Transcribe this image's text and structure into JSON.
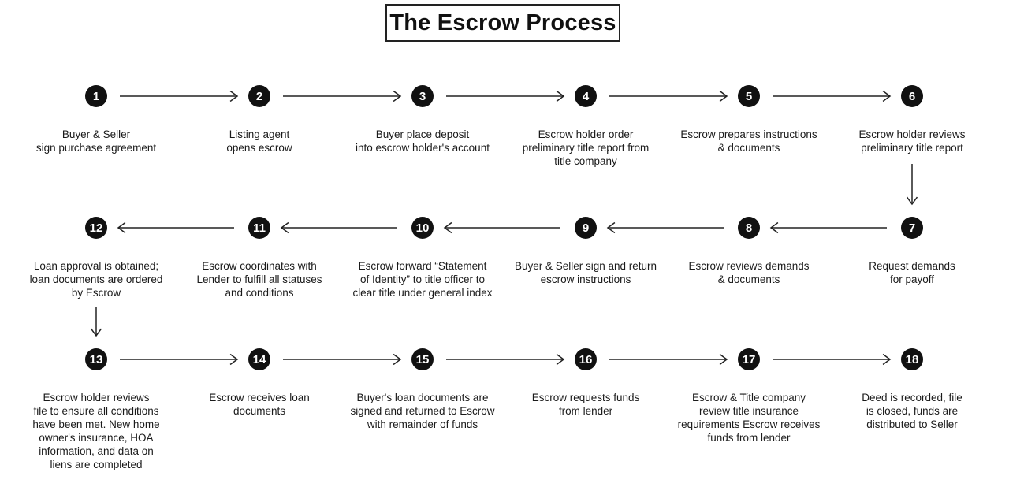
{
  "title": "The Escrow Process",
  "colors": {
    "circle": "#111111",
    "arrow": "#222222",
    "text": "#1a1a1a"
  },
  "steps": [
    {
      "number": "1",
      "text": "Buyer & Seller\nsign purchase agreement"
    },
    {
      "number": "2",
      "text": "Listing agent\nopens escrow"
    },
    {
      "number": "3",
      "text": "Buyer place deposit\ninto escrow holder's account"
    },
    {
      "number": "4",
      "text": "Escrow holder order\npreliminary title report from\ntitle company"
    },
    {
      "number": "5",
      "text": "Escrow prepares instructions\n& documents"
    },
    {
      "number": "6",
      "text": "Escrow holder reviews\npreliminary title report"
    },
    {
      "number": "7",
      "text": "Request demands\nfor payoff"
    },
    {
      "number": "8",
      "text": "Escrow reviews demands\n& documents"
    },
    {
      "number": "9",
      "text": "Buyer & Seller sign and return\nescrow instructions"
    },
    {
      "number": "10",
      "text": "Escrow forward “Statement\nof Identity” to title officer to\nclear title under general index"
    },
    {
      "number": "11",
      "text": "Escrow coordinates with\nLender to fulfill all statuses\nand conditions"
    },
    {
      "number": "12",
      "text": "Loan approval is obtained;\nloan documents are ordered\nby Escrow"
    },
    {
      "number": "13",
      "text": "Escrow holder reviews\nfile to ensure all conditions\nhave been met. New home\nowner's insurance, HOA\ninformation, and data on\nliens are completed"
    },
    {
      "number": "14",
      "text": "Escrow receives loan\ndocuments"
    },
    {
      "number": "15",
      "text": "Buyer's loan documents are\nsigned and returned to Escrow\nwith remainder of funds"
    },
    {
      "number": "16",
      "text": "Escrow requests funds\nfrom lender"
    },
    {
      "number": "17",
      "text": "Escrow & Title company\nreview title insurance\nrequirements Escrow receives\nfunds from lender"
    },
    {
      "number": "18",
      "text": "Deed is recorded, file\nis closed, funds are\ndistributed to Seller"
    }
  ]
}
